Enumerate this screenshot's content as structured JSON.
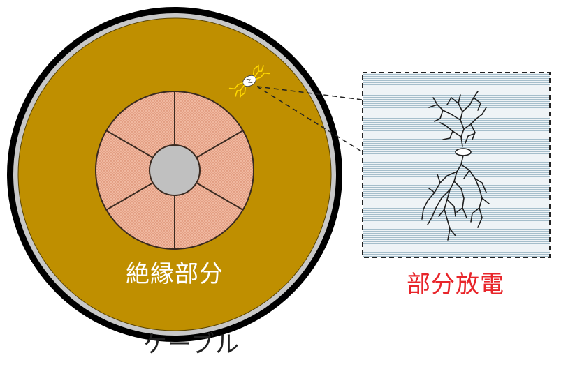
{
  "labels": {
    "insulation": "絶縁部分",
    "partial_discharge": "部分放電",
    "cable": "ケーブル"
  },
  "colors": {
    "outer_sheath": "#000000",
    "shield_layer": "#c8c8c8",
    "insulation": "#bf8f00",
    "conductor_strands": "#f0b8a0",
    "strand_dots": "#d07a5a",
    "core": "#c0c0c0",
    "zoom_background": "#dfe9ef",
    "zoom_lines": "#9db8c6",
    "treeing": "#1e1e1e",
    "spark": "#ffd800",
    "partial_discharge_text": "#e8252a",
    "insulation_text": "#ffffff"
  },
  "icons": {
    "discharge": "lightning-spark-icon"
  }
}
